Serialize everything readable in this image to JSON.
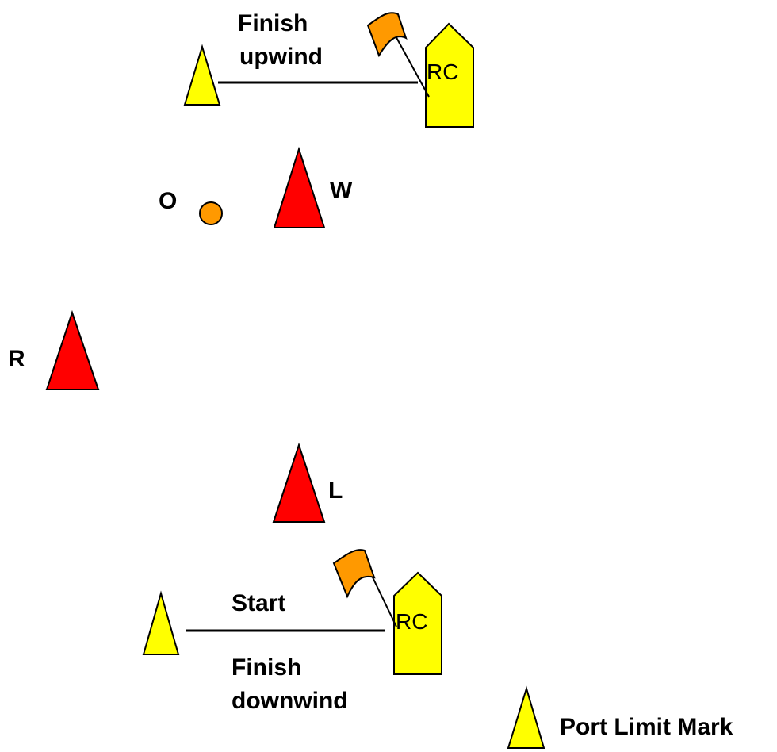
{
  "colors": {
    "mark_red": "#ff0000",
    "mark_yellow": "#ffff00",
    "boat_yellow": "#ffff00",
    "flag_orange": "#ff9900",
    "offset_orange": "#ff9900",
    "outline": "#000000"
  },
  "finish_upwind": {
    "line1": "Finish",
    "line2": "upwind"
  },
  "committee_boat_top": {
    "label": "RC"
  },
  "committee_boat_bottom": {
    "label": "RC"
  },
  "marks": {
    "offset": "O",
    "windward": "W",
    "reach": "R",
    "leeward": "L"
  },
  "start_line": {
    "label": "Start"
  },
  "finish_downwind": {
    "line1": "Finish",
    "line2": "downwind"
  },
  "legend": {
    "label": "Port Limit Mark",
    "icon": "yellow-triangle-icon"
  }
}
